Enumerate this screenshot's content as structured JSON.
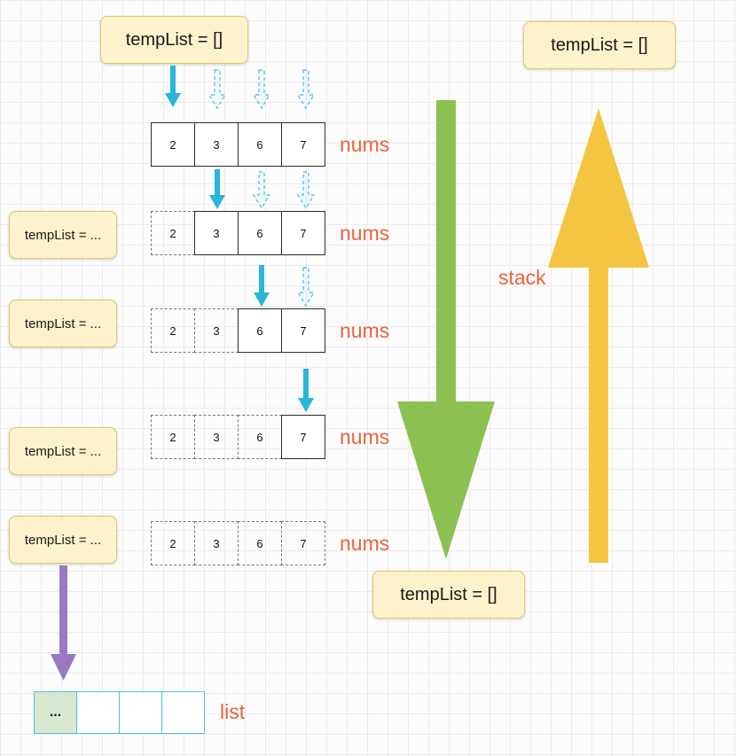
{
  "boxes": {
    "top_left": "tempList = []",
    "top_right": "tempList = []",
    "bottom_mid": "tempList = []",
    "left": [
      "tempList = ...",
      "tempList = ...",
      "tempList = ...",
      "tempList = ..."
    ]
  },
  "rows": [
    {
      "cells": [
        "2",
        "3",
        "6",
        "7"
      ],
      "label": "nums"
    },
    {
      "cells": [
        "2",
        "3",
        "6",
        "7"
      ],
      "label": "nums"
    },
    {
      "cells": [
        "2",
        "3",
        "6",
        "7"
      ],
      "label": "nums"
    },
    {
      "cells": [
        "2",
        "3",
        "6",
        "7"
      ],
      "label": "nums"
    },
    {
      "cells": [
        "2",
        "3",
        "6",
        "7"
      ],
      "label": "nums"
    }
  ],
  "stack_label": "stack",
  "list": {
    "cells": [
      "...",
      "",
      "",
      ""
    ],
    "label": "list"
  },
  "colors": {
    "accent_text": "#E8633A",
    "cyan_arrow": "#29B6D8",
    "green_arrow": "#8CC152",
    "gold_arrow": "#F5C542",
    "purple_arrow": "#9879C2",
    "box_fill": "#FCF3CD",
    "box_border": "#E3C76F",
    "list_first_cell": "#D9E8D0",
    "list_border": "#4DC3D8"
  }
}
